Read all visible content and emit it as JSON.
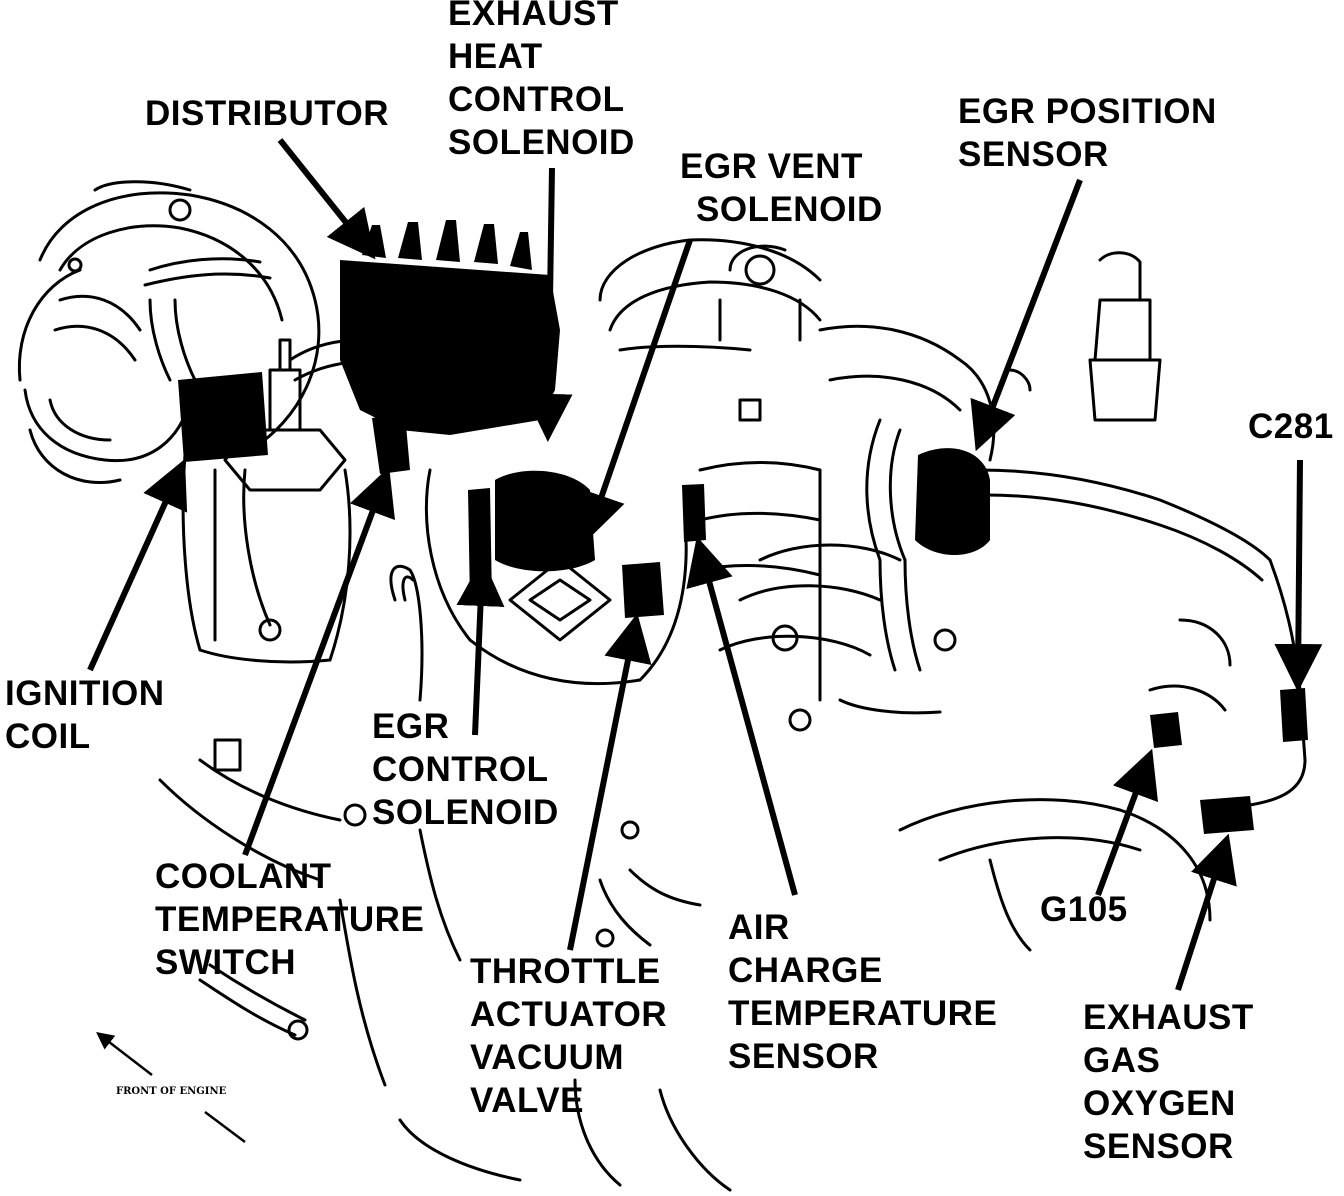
{
  "labels": {
    "exhaust_heat": [
      "EXHAUST",
      "HEAT",
      "CONTROL",
      "SOLENOID"
    ],
    "distributor": [
      "DISTRIBUTOR"
    ],
    "egr_vent": [
      "EGR VENT",
      "SOLENOID"
    ],
    "egr_position": [
      "EGR POSITION",
      "SENSOR"
    ],
    "c281": [
      "C281"
    ],
    "ignition_coil": [
      "IGNITION",
      "COIL"
    ],
    "egr_control": [
      "EGR",
      "CONTROL",
      "SOLENOID"
    ],
    "coolant": [
      "COOLANT",
      "TEMPERATURE",
      "SWITCH"
    ],
    "throttle": [
      "THROTTLE",
      "ACTUATOR",
      "VACUUM",
      "VALVE"
    ],
    "air_charge": [
      "AIR",
      "CHARGE",
      "TEMPERATURE",
      "SENSOR"
    ],
    "g105": [
      "G105"
    ],
    "oxygen": [
      "EXHAUST",
      "GAS",
      "OXYGEN",
      "SENSOR"
    ]
  },
  "front_of_engine": "FRONT OF ENGINE",
  "colors": {
    "ink": "#000000",
    "paper": "#ffffff"
  }
}
